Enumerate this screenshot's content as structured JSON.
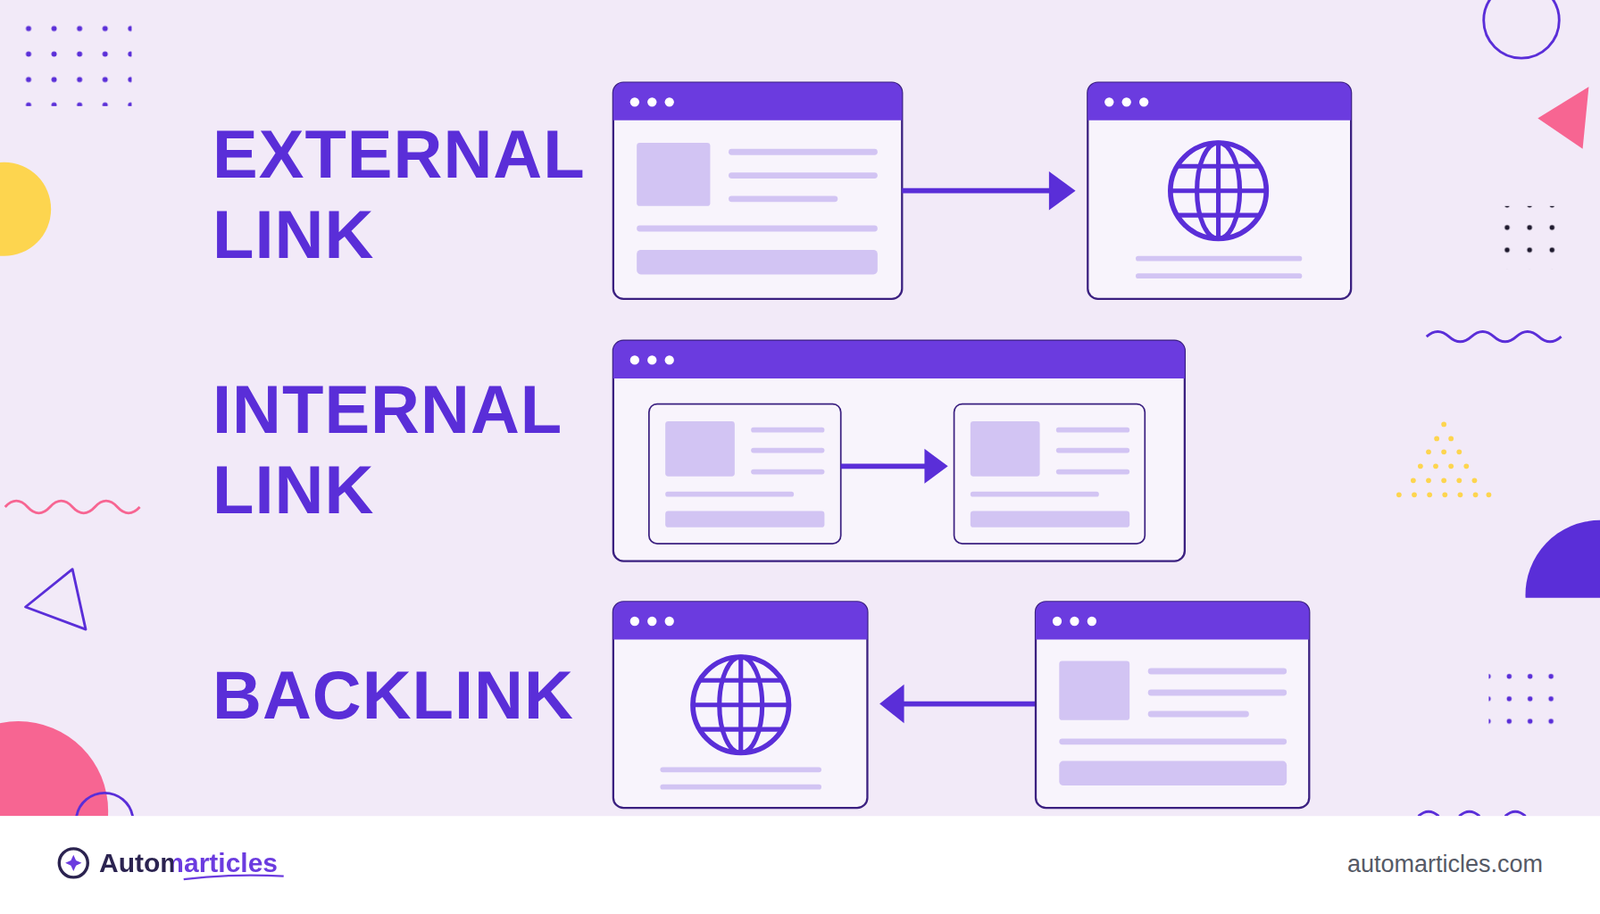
{
  "diagram": {
    "labels": [
      "EXTERNAL LINK",
      "INTERNAL LINK",
      "BACKLINK",
      "Automarticles",
      "automarticles.com"
    ]
  }
}
